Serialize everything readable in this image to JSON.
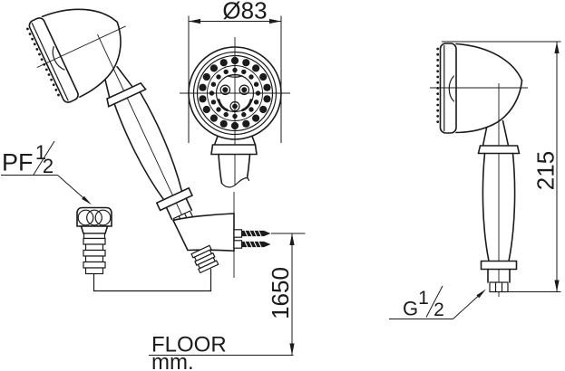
{
  "colors": {
    "background": "#ffffff",
    "line": "#1b1b1b"
  },
  "dimensions": {
    "head_diameter": "Ø83",
    "shower_length": "215",
    "mounting_height": "1650"
  },
  "labels": {
    "pf_thread": {
      "prefix": "PF",
      "numerator": "1",
      "denominator": "2"
    },
    "g_thread": {
      "prefix": "G",
      "numerator": "1",
      "denominator": "2"
    },
    "floor": "FLOOR",
    "unit": "mm."
  }
}
